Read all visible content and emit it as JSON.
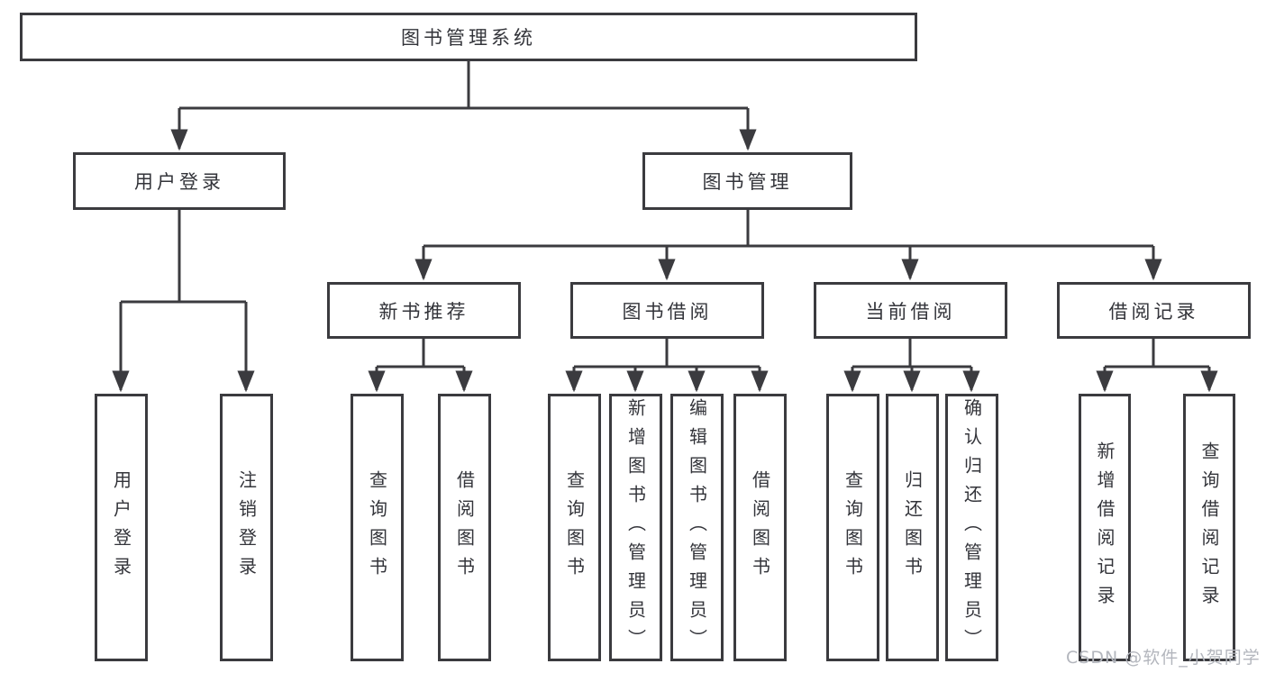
{
  "nodes": {
    "root": "图书管理系统",
    "user_login": "用户登录",
    "book_management": "图书管理",
    "new_book_recommend": "新书推荐",
    "book_borrow": "图书借阅",
    "current_borrow": "当前借阅",
    "borrow_records": "借阅记录",
    "leaf_user_login": "用户登录",
    "leaf_logout": "注销登录",
    "leaf_query_book_recommend": "查询图书",
    "leaf_borrow_book_recommend": "借阅图书",
    "leaf_query_book_borrow": "查询图书",
    "leaf_add_book_admin": "新增图书（管理员）",
    "leaf_edit_book_admin": "编辑图书（管理员）",
    "leaf_borrow_book_borrow": "借阅图书",
    "leaf_query_book_current": "查询图书",
    "leaf_return_book": "归还图书",
    "leaf_confirm_return_admin": "确认归还（管理员）",
    "leaf_add_borrow_record": "新增借阅记录",
    "leaf_query_borrow_record": "查询借阅记录"
  },
  "hierarchy": {
    "label": "图书管理系统",
    "children": [
      {
        "label": "用户登录",
        "children": [
          {
            "label": "用户登录"
          },
          {
            "label": "注销登录"
          }
        ]
      },
      {
        "label": "图书管理",
        "children": [
          {
            "label": "新书推荐",
            "children": [
              {
                "label": "查询图书"
              },
              {
                "label": "借阅图书"
              }
            ]
          },
          {
            "label": "图书借阅",
            "children": [
              {
                "label": "查询图书"
              },
              {
                "label": "新增图书（管理员）"
              },
              {
                "label": "编辑图书（管理员）"
              },
              {
                "label": "借阅图书"
              }
            ]
          },
          {
            "label": "当前借阅",
            "children": [
              {
                "label": "查询图书"
              },
              {
                "label": "归还图书"
              },
              {
                "label": "确认归还（管理员）"
              }
            ]
          },
          {
            "label": "借阅记录",
            "children": [
              {
                "label": "新增借阅记录"
              },
              {
                "label": "查询借阅记录"
              }
            ]
          }
        ]
      }
    ]
  },
  "watermark": {
    "text": "CSDN @软件_小贺同学"
  },
  "colors": {
    "line": "#3b3b3f",
    "text": "#33343a",
    "background": "#ffffff",
    "watermark": "#b3b6bd"
  }
}
